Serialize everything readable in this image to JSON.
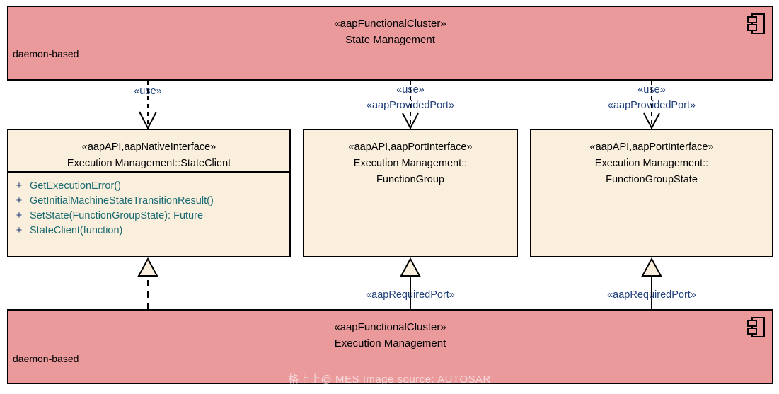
{
  "diagram": {
    "type": "uml-component-diagram",
    "background": "#ffffff",
    "colors": {
      "cluster_fill": "#eb9a9c",
      "interface_fill": "#faeedc",
      "border": "#000000",
      "label_text": "#1f3f78",
      "operation_text": "#1a6b72"
    },
    "watermark": "格上上@ MES Image source: AUTOSAR"
  },
  "clusters": {
    "top": {
      "stereotype": "«aapFunctionalCluster»",
      "name": "State Management",
      "tag": "daemon-based",
      "icon": "component-icon"
    },
    "bottom": {
      "stereotype": "«aapFunctionalCluster»",
      "name": "Execution Management",
      "tag": "daemon-based",
      "icon": "component-icon"
    }
  },
  "interfaces": [
    {
      "id": "state-client",
      "stereotype": "«aapAPI,aapNativeInterface»",
      "name_line1": "Execution Management::StateClient",
      "name_line2": "",
      "operations": [
        {
          "visibility": "+",
          "signature": "GetExecutionError()"
        },
        {
          "visibility": "+",
          "signature": "GetInitialMachineStateTransitionResult()"
        },
        {
          "visibility": "+",
          "signature": "SetState(FunctionGroupState): Future"
        },
        {
          "visibility": "+",
          "signature": "StateClient(function)"
        }
      ]
    },
    {
      "id": "function-group",
      "stereotype": "«aapAPI,aapPortInterface»",
      "name_line1": "Execution Management::",
      "name_line2": "FunctionGroup",
      "operations": []
    },
    {
      "id": "function-group-state",
      "stereotype": "«aapAPI,aapPortInterface»",
      "name_line1": "Execution Management::",
      "name_line2": "FunctionGroupState",
      "operations": []
    }
  ],
  "connectors": {
    "top_left": {
      "labels": [
        "«use»"
      ],
      "style": "dashed-dependency"
    },
    "top_middle": {
      "labels": [
        "«use»",
        "«aapProvidedPort»"
      ],
      "style": "dashed-dependency"
    },
    "top_right": {
      "labels": [
        "«use»",
        "«aapProvidedPort»"
      ],
      "style": "dashed-dependency"
    },
    "bottom_left": {
      "labels": [],
      "style": "dashed-realization"
    },
    "bottom_middle": {
      "labels": [
        "«aapRequiredPort»"
      ],
      "style": "solid-generalization"
    },
    "bottom_right": {
      "labels": [
        "«aapRequiredPort»"
      ],
      "style": "solid-generalization"
    }
  }
}
